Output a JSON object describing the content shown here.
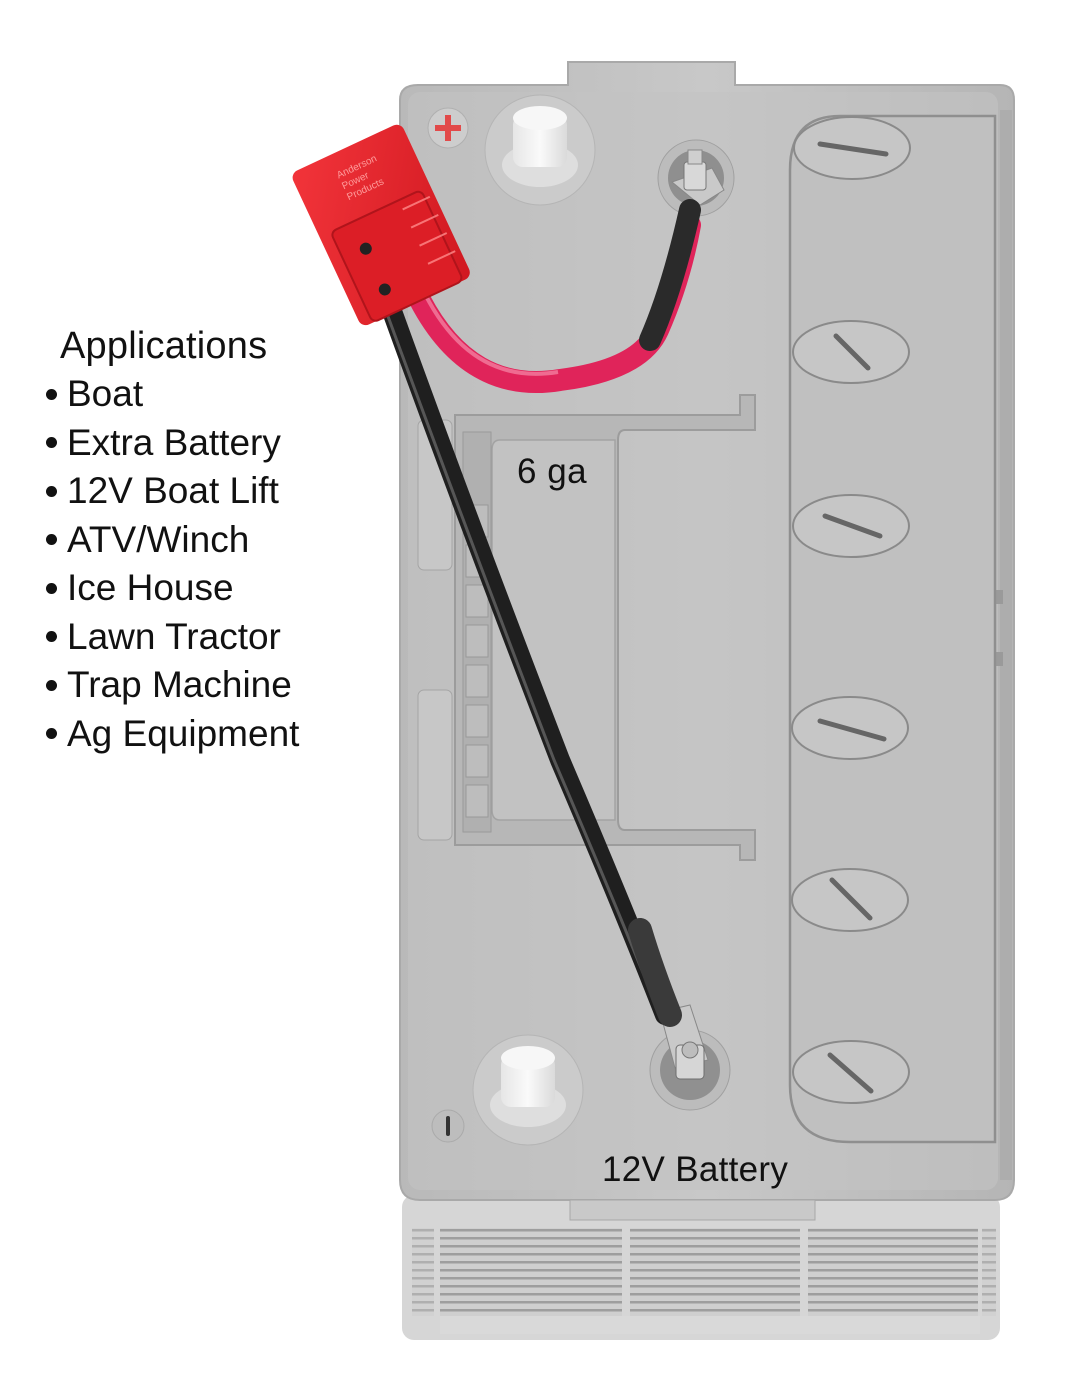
{
  "applications": {
    "title": "Applications",
    "items": [
      "Boat",
      "Extra Battery",
      "12V Boat Lift",
      "ATV/Winch",
      "Ice House",
      "Lawn Tractor",
      "Trap Machine",
      "Ag Equipment"
    ]
  },
  "labels": {
    "cable_gauge": "6 ga",
    "battery": "12V Battery",
    "positive_symbol": "+",
    "negative_symbol": "|",
    "connector_brand": "Anderson Power Products"
  },
  "colors": {
    "battery_case": "#c4c4c4",
    "battery_lid": "#bdbdbd",
    "connector_red": "#e8202a",
    "positive_cable": "#e0245a",
    "negative_cable": "#1f1f1f",
    "plus_mark": "#e24a4a",
    "text": "#111111"
  },
  "icons": {
    "positive_terminal": "plus-icon",
    "negative_terminal": "minus-icon",
    "vent_caps": 6
  }
}
